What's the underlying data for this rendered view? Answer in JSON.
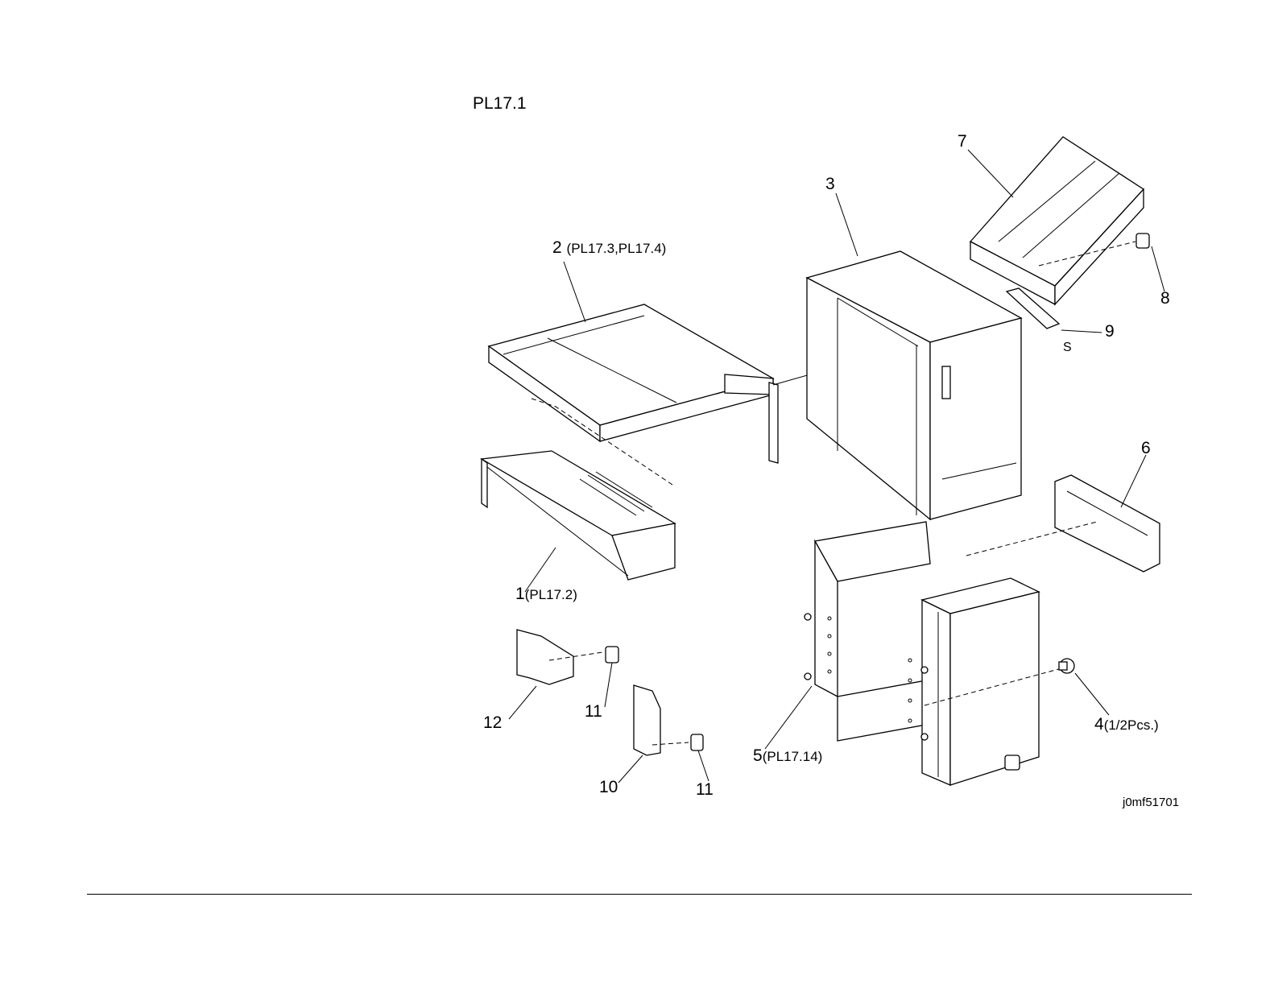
{
  "page_title": "PL17.1",
  "figure_id": "j0mf51701",
  "callouts": [
    {
      "num": "1",
      "ref": "(PL17.2)"
    },
    {
      "num": "2",
      "ref": "(PL17.3,PL17.4)"
    },
    {
      "num": "3",
      "ref": ""
    },
    {
      "num": "4",
      "ref": "(1/2Pcs.)"
    },
    {
      "num": "5",
      "ref": "(PL17.14)"
    },
    {
      "num": "6",
      "ref": ""
    },
    {
      "num": "7",
      "ref": ""
    },
    {
      "num": "8",
      "ref": ""
    },
    {
      "num": "9",
      "ref": ""
    },
    {
      "num": "10",
      "ref": ""
    },
    {
      "num": "11",
      "ref": ""
    },
    {
      "num": "12",
      "ref": ""
    }
  ],
  "callout_11b": "11",
  "s_mark": "S"
}
